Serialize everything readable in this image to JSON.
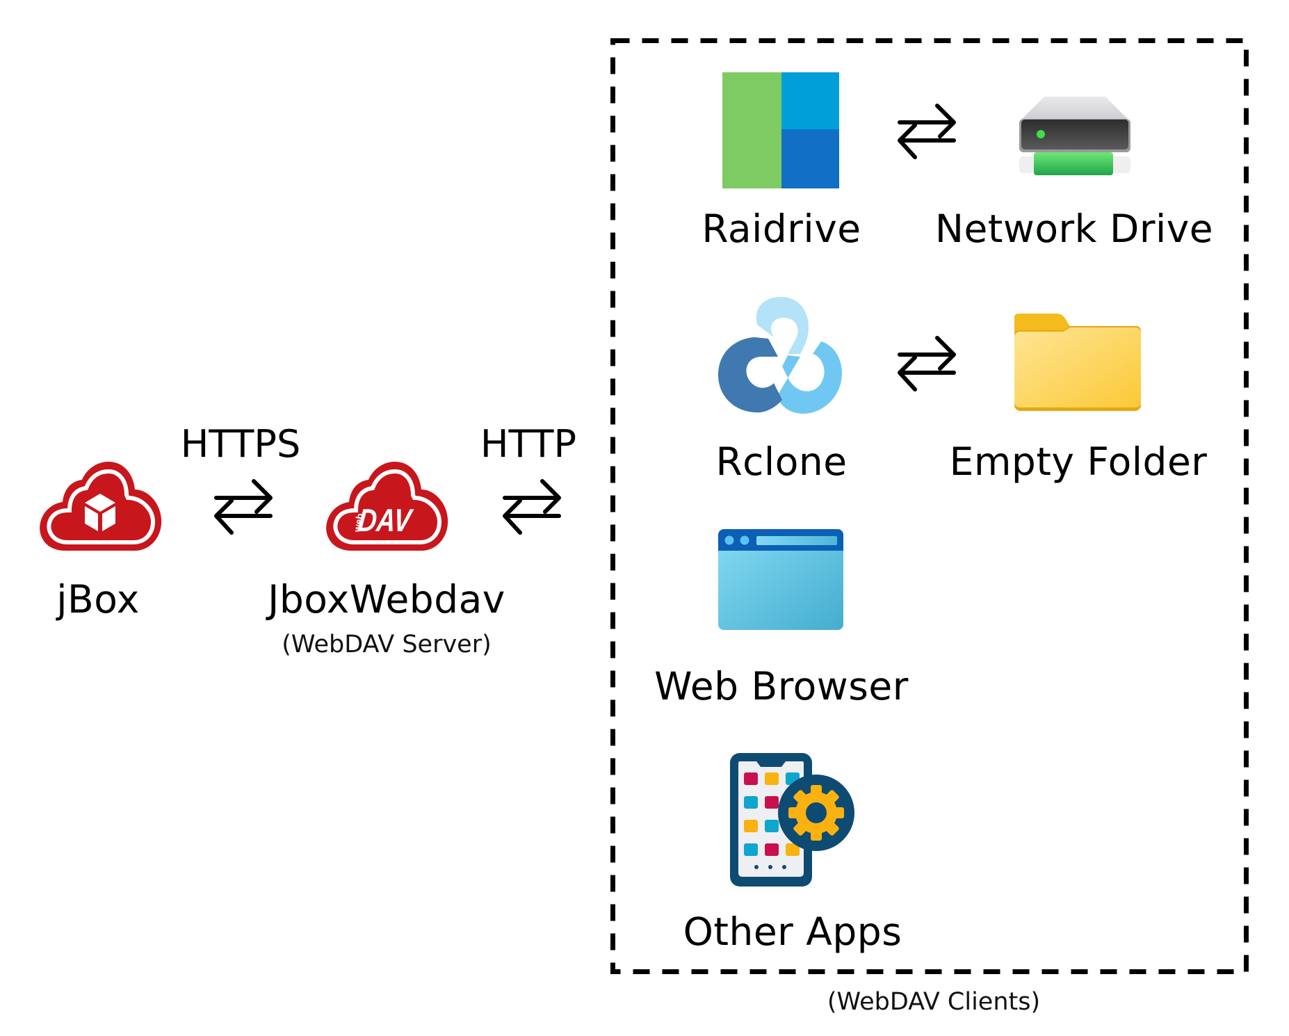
{
  "diagram": {
    "server_side": {
      "jbox": {
        "label": "jBox",
        "icon": "red-cloud-box-icon"
      },
      "link_jbox_server": {
        "protocol": "HTTPS",
        "icon": "bidirectional-arrows-icon"
      },
      "server": {
        "label": "JboxWebdav",
        "sublabel": "(WebDAV Server)",
        "icon": "red-cloud-webdav-icon",
        "icon_text_small": "web",
        "icon_text_large": "DAV"
      },
      "link_server_clients": {
        "protocol": "HTTP",
        "icon": "bidirectional-arrows-icon"
      }
    },
    "clients_group": {
      "caption": "(WebDAV Clients)",
      "border_style": "dashed",
      "rows": [
        {
          "client": {
            "label": "Raidrive",
            "icon": "raidrive-icon"
          },
          "link_icon": "bidirectional-arrows-icon",
          "target": {
            "label": "Network Drive",
            "icon": "network-drive-icon"
          }
        },
        {
          "client": {
            "label": "Rclone",
            "icon": "rclone-icon"
          },
          "link_icon": "bidirectional-arrows-icon",
          "target": {
            "label": "Empty Folder",
            "icon": "folder-icon"
          }
        },
        {
          "client": {
            "label": "Web Browser",
            "icon": "browser-window-icon"
          }
        },
        {
          "client": {
            "label": "Other Apps",
            "icon": "mobile-apps-settings-icon"
          }
        }
      ]
    },
    "colors": {
      "cloud_red": "#c8161d",
      "raidrive_green": "#7ecb63",
      "raidrive_light_blue": "#019fd9",
      "raidrive_dark_blue": "#1170c6",
      "rclone_dark": "#3f79b0",
      "rclone_light": "#b4e2f8",
      "rclone_mid": "#70c8f2",
      "folder_yellow": "#fcd35a",
      "browser_blue": "#5cc3e6",
      "phone_navy": "#0e4b73",
      "gear_yellow": "#f9b210"
    }
  }
}
